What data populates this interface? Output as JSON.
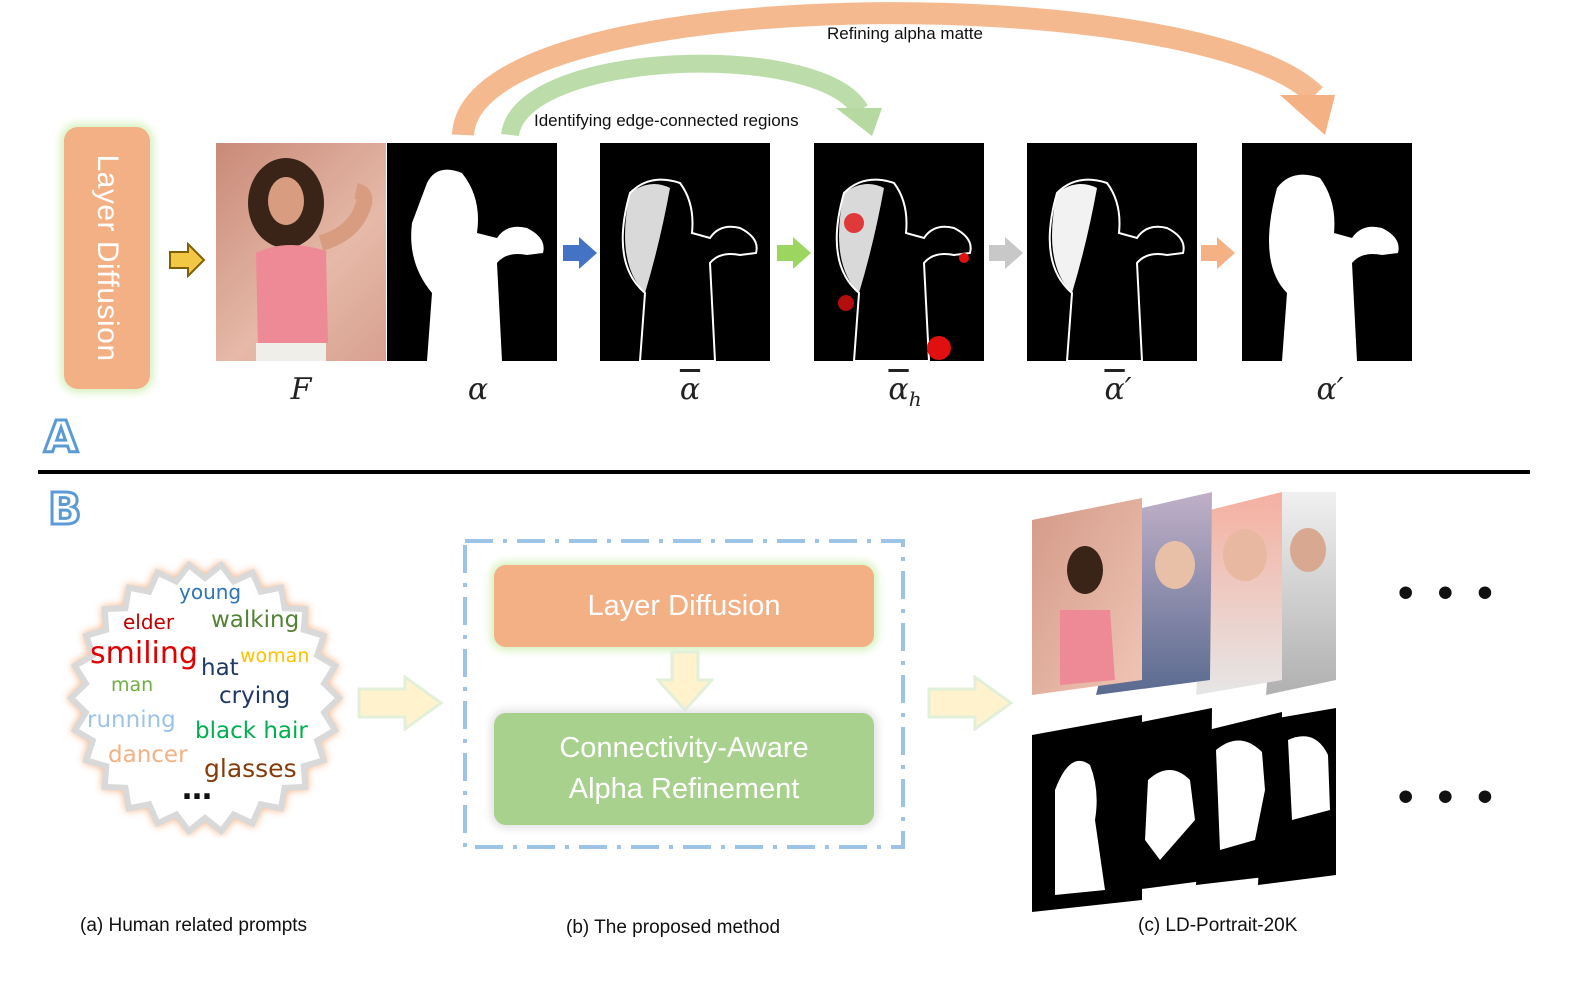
{
  "section_labels": {
    "a": "A",
    "b": "B"
  },
  "pipeline": {
    "source_label": "Layer Diffusion",
    "symbols": {
      "F": "F",
      "alpha": "α",
      "alpha_bar": "α",
      "alpha_h_base": "α",
      "alpha_h_sub": "h",
      "alpha_bar_prime": "α",
      "alpha_prime": "α",
      "prime": "′"
    },
    "arrow_labels": {
      "refine": "Refining alpha matte",
      "identify": "Identifying edge-connected regions"
    },
    "colors": {
      "yellow": "#f2c744",
      "blue": "#4472c4",
      "green": "#92d050",
      "gray": "#c8c8c8",
      "orange": "#f4b183"
    }
  },
  "prompts": {
    "words": [
      "young",
      "elder",
      "walking",
      "smiling",
      "hat",
      "woman",
      "man",
      "crying",
      "running",
      "black hair",
      "dancer",
      "glasses"
    ],
    "more": "…",
    "caption": "(a) Human related prompts"
  },
  "method": {
    "top_box": "Layer Diffusion",
    "bottom_box_line1": "Connectivity-Aware",
    "bottom_box_line2": "Alpha Refinement",
    "caption": "(b) The proposed method"
  },
  "dataset": {
    "more_top": "• • •",
    "more_bottom": "• • •",
    "caption": "(c) LD-Portrait-20K"
  }
}
